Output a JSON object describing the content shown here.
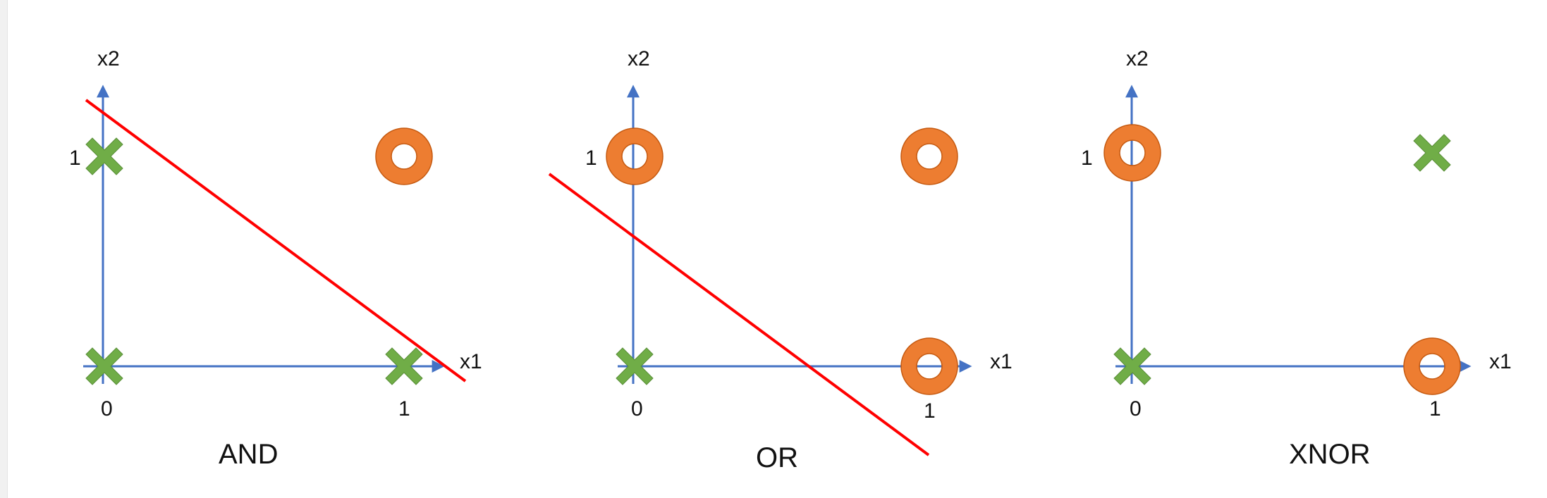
{
  "colors": {
    "axis": "#4472c4",
    "cross": "#70ad47",
    "circle": "#ed7d31",
    "circle_stroke": "#c55a11",
    "boundary": "#ff0000"
  },
  "icons": {
    "cross": "x-mark-icon",
    "circle": "ring-icon"
  },
  "panels": [
    {
      "title": "AND",
      "x_axis_label": "x1",
      "y_axis_label": "x2",
      "x_ticks": [
        "0",
        "1"
      ],
      "y_ticks": [
        "1"
      ],
      "points": [
        {
          "x1": 0,
          "x2": 0,
          "class": "cross"
        },
        {
          "x1": 1,
          "x2": 0,
          "class": "cross"
        },
        {
          "x1": 0,
          "x2": 1,
          "class": "cross"
        },
        {
          "x1": 1,
          "x2": 1,
          "class": "circle"
        }
      ],
      "has_boundary": true
    },
    {
      "title": "OR",
      "x_axis_label": "x1",
      "y_axis_label": "x2",
      "x_ticks": [
        "0",
        "1"
      ],
      "y_ticks": [
        "1"
      ],
      "points": [
        {
          "x1": 0,
          "x2": 0,
          "class": "cross"
        },
        {
          "x1": 1,
          "x2": 0,
          "class": "circle"
        },
        {
          "x1": 0,
          "x2": 1,
          "class": "circle"
        },
        {
          "x1": 1,
          "x2": 1,
          "class": "circle"
        }
      ],
      "has_boundary": true
    },
    {
      "title": "XNOR",
      "x_axis_label": "x1",
      "y_axis_label": "x2",
      "x_ticks": [
        "0",
        "1"
      ],
      "y_ticks": [
        "1"
      ],
      "points": [
        {
          "x1": 0,
          "x2": 0,
          "class": "cross"
        },
        {
          "x1": 1,
          "x2": 0,
          "class": "circle"
        },
        {
          "x1": 0,
          "x2": 1,
          "class": "circle"
        },
        {
          "x1": 1,
          "x2": 1,
          "class": "cross"
        }
      ],
      "has_boundary": false
    }
  ]
}
